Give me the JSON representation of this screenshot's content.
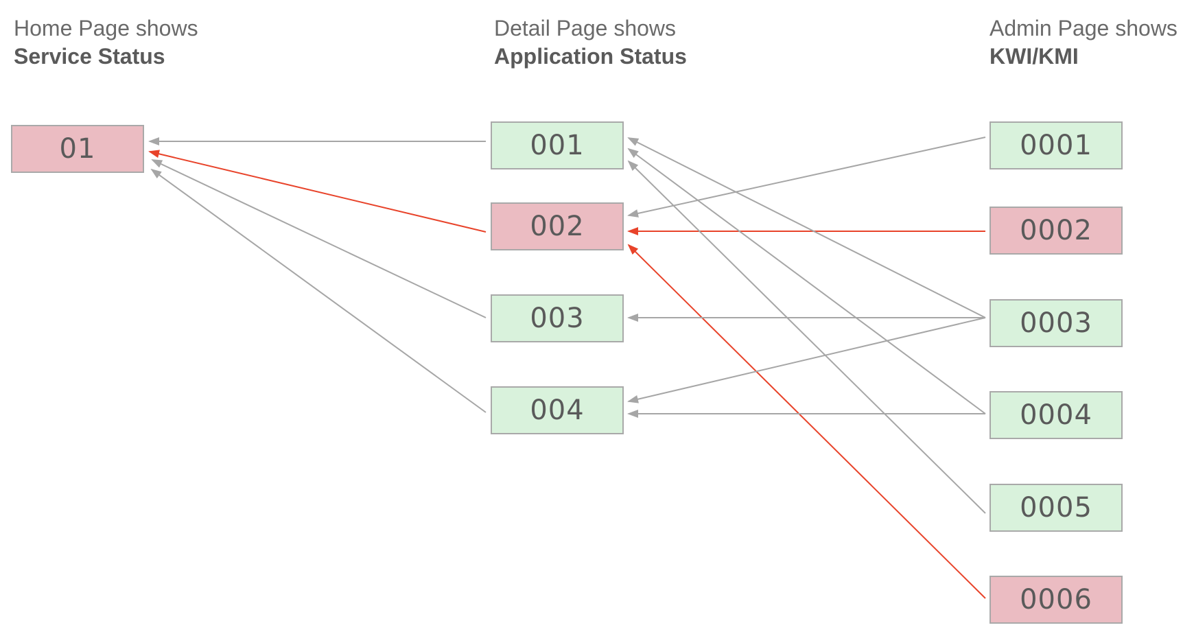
{
  "headers": {
    "home": {
      "sub": "Home Page shows",
      "main": "Service Status"
    },
    "detail": {
      "sub": "Detail Page shows",
      "main": "Application Status"
    },
    "admin": {
      "sub": "Admin Page shows",
      "main": "KWI/KMI"
    }
  },
  "nodes": {
    "n01": {
      "label": "01",
      "status": "error"
    },
    "n001": {
      "label": "001",
      "status": "ok"
    },
    "n002": {
      "label": "002",
      "status": "error"
    },
    "n003": {
      "label": "003",
      "status": "ok"
    },
    "n004": {
      "label": "004",
      "status": "ok"
    },
    "n0001": {
      "label": "0001",
      "status": "ok"
    },
    "n0002": {
      "label": "0002",
      "status": "error"
    },
    "n0003": {
      "label": "0003",
      "status": "ok"
    },
    "n0004": {
      "label": "0004",
      "status": "ok"
    },
    "n0005": {
      "label": "0005",
      "status": "ok"
    },
    "n0006": {
      "label": "0006",
      "status": "error"
    }
  },
  "edges": [
    {
      "from": "001",
      "to": "01",
      "status": "normal"
    },
    {
      "from": "002",
      "to": "01",
      "status": "error"
    },
    {
      "from": "003",
      "to": "01",
      "status": "normal"
    },
    {
      "from": "004",
      "to": "01",
      "status": "normal"
    },
    {
      "from": "0001",
      "to": "002",
      "status": "normal"
    },
    {
      "from": "0002",
      "to": "002",
      "status": "error"
    },
    {
      "from": "0006",
      "to": "002",
      "status": "error"
    },
    {
      "from": "0003",
      "to": "001",
      "status": "normal"
    },
    {
      "from": "0003",
      "to": "003",
      "status": "normal"
    },
    {
      "from": "0003",
      "to": "004",
      "status": "normal"
    },
    {
      "from": "0004",
      "to": "001",
      "status": "normal"
    },
    {
      "from": "0004",
      "to": "004",
      "status": "normal"
    },
    {
      "from": "0005",
      "to": "001",
      "status": "normal"
    }
  ],
  "colors": {
    "ok_fill": "#d9f2dc",
    "error_fill": "#ebbcc2",
    "edge_normal": "#a6a6a6",
    "edge_error": "#e8432a"
  }
}
